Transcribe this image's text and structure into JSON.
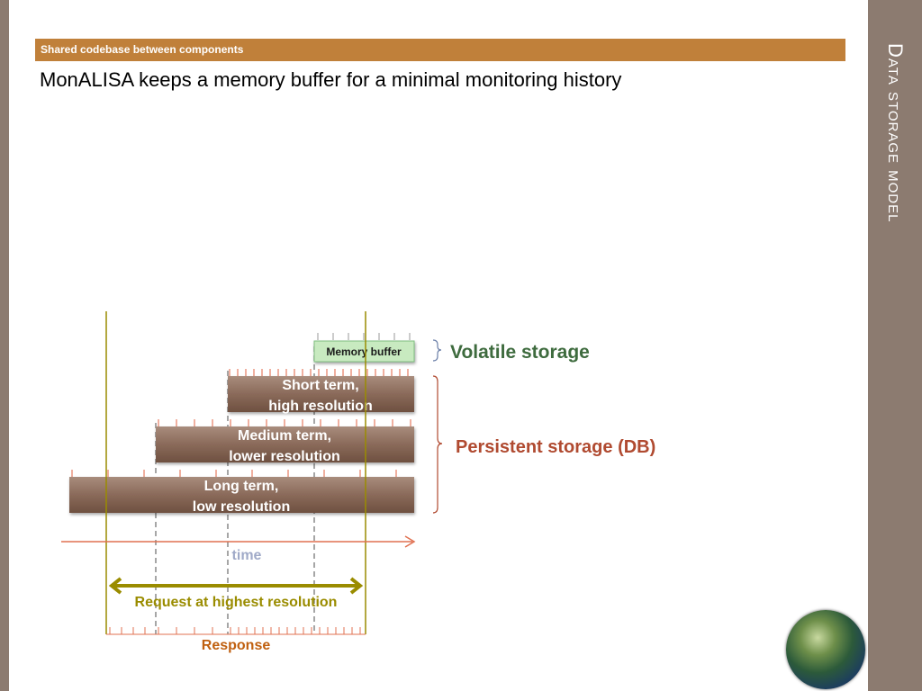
{
  "sidebar": {
    "section_title": "Data storage model"
  },
  "header": {
    "band_label": "Shared codebase between components"
  },
  "slide": {
    "heading": "MonALISA keeps a memory buffer for a minimal monitoring history"
  },
  "diagram": {
    "memory_buffer": "Memory buffer",
    "short_term_line1": "Short term,",
    "short_term_line2": "high resolution",
    "medium_term_line1": "Medium term,",
    "medium_term_line2": "lower resolution",
    "long_term_line1": "Long term,",
    "long_term_line2": "low resolution",
    "volatile_label": "Volatile storage",
    "persistent_label": "Persistent storage (DB)",
    "time_label": "time",
    "request_label": "Request at highest resolution",
    "response_label": "Response"
  },
  "colors": {
    "accent": "#c0803a",
    "side_panel": "#8c7b70",
    "bar_brown": "#8a6a5a",
    "volatile_green": "#3e6b3e",
    "persistent_red": "#b04a30",
    "request_olive": "#9a8c00",
    "time_arrow": "#e07050",
    "response_orange": "#c06010"
  },
  "icons": {
    "globe": "globe-logo"
  }
}
